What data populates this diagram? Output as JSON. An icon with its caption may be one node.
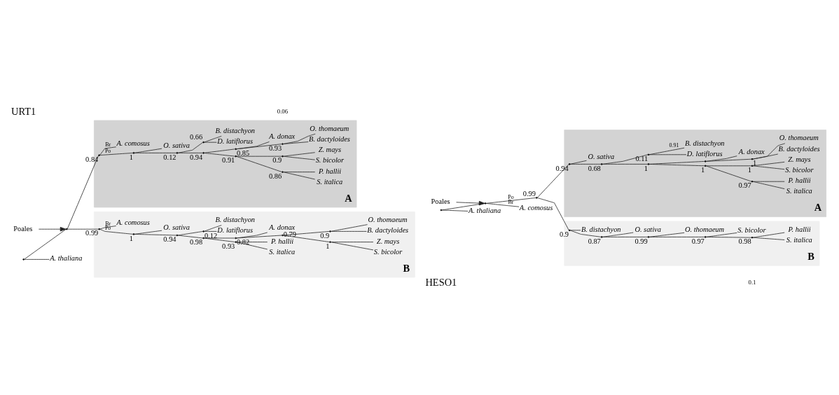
{
  "diagram": {
    "nodes": [
      {
        "text": [
          "Poales"
        ]
      },
      {
        "text": [],
        "shape": "point"
      },
      {
        "text": [],
        "shape": "point"
      },
      {
        "text": [
          "A"
        ]
      },
      {
        "text": [],
        "shape": "point",
        "beside": [
          "0.84"
        ],
        "in": 3
      },
      {
        "text": [],
        "shape": "point",
        "beside": [
          "1"
        ],
        "in": 3
      },
      {
        "text": [],
        "shape": "point",
        "beside": [
          "0.12"
        ],
        "in": 3
      },
      {
        "text": [],
        "shape": "point",
        "beside": [
          "0.94"
        ],
        "in": 3
      },
      {
        "text": [],
        "shape": "point",
        "beside": [
          "0.91"
        ],
        "in": 3
      },
      {
        "text": [],
        "shape": "point",
        "beside": [
          "0.86"
        ],
        "in": 3
      },
      {
        "text": [
          "S. italica"
        ],
        "in": 3
      },
      {
        "text": [
          "P. hallii"
        ],
        "in": 3
      },
      {
        "text": [],
        "shape": "point",
        "beside": [
          "0.9"
        ],
        "in": 3
      },
      {
        "text": [
          "S. bicolor"
        ],
        "in": 3
      },
      {
        "text": [
          "Z. mays"
        ],
        "in": 3
      },
      {
        "text": [],
        "shape": "point",
        "beside": [
          "0.85"
        ],
        "in": 3
      },
      {
        "text": [],
        "shape": "point",
        "beside": [
          "0.93"
        ],
        "in": 3
      },
      {
        "text": [
          "B. dactyloides"
        ],
        "in": 3
      },
      {
        "text": [
          "O. thomaeum"
        ],
        "in": 3
      },
      {
        "text": [
          "A. donax"
        ],
        "in": 3
      },
      {
        "text": [],
        "shape": "point",
        "beside": [
          "0.66"
        ],
        "in": 3
      },
      {
        "text": [
          "D. latiflorus"
        ],
        "in": 3
      },
      {
        "text": [
          "B. distachyon"
        ],
        "in": 3
      },
      {
        "text": [
          "O. sativa"
        ],
        "in": 3
      },
      {
        "text": [
          "A. comosus"
        ],
        "in": 3
      },
      {
        "text": [
          "B"
        ]
      },
      {
        "text": [],
        "shape": "point",
        "beside": [
          "0.99"
        ],
        "in": 25
      },
      {
        "text": [],
        "shape": "point",
        "beside": [
          "1"
        ],
        "in": 25
      },
      {
        "text": [],
        "shape": "point",
        "beside": [
          "0.94"
        ],
        "in": 25
      },
      {
        "text": [],
        "shape": "point",
        "beside": [
          "0.98"
        ],
        "in": 25
      },
      {
        "text": [],
        "shape": "point",
        "beside": [
          "0.93"
        ],
        "in": 25
      },
      {
        "text": [
          "S. italica"
        ],
        "in": 25
      },
      {
        "text": [
          "P. hallii"
        ],
        "in": 25
      },
      {
        "text": [],
        "shape": "point",
        "beside": [
          "0.82"
        ],
        "in": 25
      },
      {
        "text": [],
        "shape": "point",
        "beside": [
          "0.79"
        ],
        "in": 25
      },
      {
        "text": [],
        "shape": "point",
        "beside": [
          "1"
        ],
        "in": 25
      },
      {
        "text": [
          "S. bicolor"
        ],
        "in": 25
      },
      {
        "text": [
          "Z. mays"
        ],
        "in": 25
      },
      {
        "text": [],
        "shape": "point",
        "beside": [
          "0.9"
        ],
        "in": 25
      },
      {
        "text": [
          "B. dactyloides"
        ],
        "in": 25
      },
      {
        "text": [
          "O. thomaeum"
        ],
        "in": 25
      },
      {
        "text": [
          "A. donax"
        ],
        "in": 25
      },
      {
        "text": [],
        "shape": "point",
        "beside": [
          "0.12"
        ],
        "in": 25
      },
      {
        "text": [
          "D. latiflorus"
        ],
        "in": 25
      },
      {
        "text": [
          "B. distachyon"
        ],
        "in": 25
      },
      {
        "text": [
          "O. sativa"
        ],
        "in": 25
      },
      {
        "text": [
          "A. comosus"
        ],
        "in": 25
      },
      {
        "text": [
          "A. thaliana"
        ]
      },
      {
        "text": [
          "Poales"
        ]
      },
      {
        "text": [],
        "shape": "point"
      },
      {
        "text": [],
        "shape": "point"
      },
      {
        "text": [],
        "shape": "point",
        "beside": [
          "0.99"
        ]
      },
      {
        "text": [
          "A"
        ]
      },
      {
        "text": [],
        "shape": "point",
        "beside": [
          "0.94"
        ],
        "in": 52
      },
      {
        "text": [],
        "shape": "point",
        "beside": [
          "0.68"
        ],
        "in": 52
      },
      {
        "text": [],
        "shape": "point",
        "beside": [
          "1"
        ],
        "in": 52
      },
      {
        "text": [],
        "shape": "point",
        "beside": [
          "1"
        ],
        "in": 52
      },
      {
        "text": [],
        "shape": "point",
        "beside": [
          "0.97"
        ],
        "in": 52
      },
      {
        "text": [
          "S. italica"
        ],
        "in": 52
      },
      {
        "text": [
          "P. hallii"
        ],
        "in": 52
      },
      {
        "text": [],
        "shape": "point",
        "beside": [
          "1"
        ],
        "in": 52
      },
      {
        "text": [
          "S. bicolor"
        ],
        "in": 52
      },
      {
        "text": [
          "Z. mays"
        ],
        "in": 52
      },
      {
        "text": [],
        "shape": "point",
        "in": 52
      },
      {
        "text": [],
        "shape": "point",
        "beside": [
          "1"
        ],
        "in": 52
      },
      {
        "text": [
          "B. dactyloides"
        ],
        "in": 52
      },
      {
        "text": [
          "O. thomaeum"
        ],
        "in": 52
      },
      {
        "text": [
          "A. donax"
        ],
        "in": 52
      },
      {
        "text": [],
        "shape": "point",
        "beside": [
          "0.11"
        ],
        "in": 52
      },
      {
        "text": [
          "D. latiflorus"
        ],
        "in": 52
      },
      {
        "text": [
          "B. distachyon"
        ],
        "in": 52
      },
      {
        "text": [
          "O. sativa"
        ],
        "in": 52
      },
      {
        "text": [
          "B"
        ]
      },
      {
        "text": [],
        "shape": "point",
        "beside": [
          "0.9"
        ],
        "in": 72
      },
      {
        "text": [],
        "shape": "point",
        "beside": [
          "0.87"
        ],
        "in": 72
      },
      {
        "text": [],
        "shape": "point",
        "beside": [
          "0.99"
        ],
        "in": 72
      },
      {
        "text": [],
        "shape": "point",
        "beside": [
          "0.97"
        ],
        "in": 72
      },
      {
        "text": [],
        "shape": "point",
        "beside": [
          "0.98"
        ],
        "in": 72
      },
      {
        "text": [
          "S. italica"
        ],
        "in": 72
      },
      {
        "text": [
          "P. hallii"
        ],
        "in": 72
      },
      {
        "text": [
          "S. bicolor"
        ],
        "in": 72
      },
      {
        "text": [
          "O. thomaeum"
        ],
        "in": 72
      },
      {
        "text": [
          "O. sativa"
        ],
        "in": 72
      },
      {
        "text": [
          "B. distachyon"
        ],
        "in": 72
      },
      {
        "text": [
          "A. comosus"
        ]
      },
      {
        "text": [
          "A. thaliana"
        ]
      }
    ],
    "edges": [
      {
        "from": 0,
        "to": 2,
        "arrow": "to"
      },
      {
        "from": 1,
        "to": 2,
        "arrow": "none"
      },
      {
        "from": 1,
        "to": 47,
        "arrow": "none"
      },
      {
        "from": 2,
        "to": 4,
        "arrow": "none"
      },
      {
        "from": 2,
        "to": 26,
        "arrow": "none"
      },
      {
        "from": 4,
        "to": 5,
        "arrow": "none",
        "label": "Po"
      },
      {
        "from": 4,
        "to": 24,
        "arrow": "none",
        "label": "Br"
      },
      {
        "from": 5,
        "to": 6,
        "arrow": "none"
      },
      {
        "from": 5,
        "to": 23,
        "arrow": "none"
      },
      {
        "from": 6,
        "to": 7,
        "arrow": "none"
      },
      {
        "from": 6,
        "to": 20,
        "arrow": "none"
      },
      {
        "from": 7,
        "to": 8,
        "arrow": "none"
      },
      {
        "from": 7,
        "to": 15,
        "arrow": "none"
      },
      {
        "from": 8,
        "to": 9,
        "arrow": "none"
      },
      {
        "from": 8,
        "to": 12,
        "arrow": "none"
      },
      {
        "from": 9,
        "to": 10,
        "arrow": "none"
      },
      {
        "from": 9,
        "to": 11,
        "arrow": "none"
      },
      {
        "from": 12,
        "to": 13,
        "arrow": "none"
      },
      {
        "from": 12,
        "to": 14,
        "arrow": "none"
      },
      {
        "from": 15,
        "to": 16,
        "arrow": "none"
      },
      {
        "from": 15,
        "to": 19,
        "arrow": "none"
      },
      {
        "from": 16,
        "to": 17,
        "arrow": "none"
      },
      {
        "from": 16,
        "to": 18,
        "arrow": "none"
      },
      {
        "from": 20,
        "to": 21,
        "arrow": "none"
      },
      {
        "from": 20,
        "to": 22,
        "arrow": "none"
      },
      {
        "from": 26,
        "to": 27,
        "arrow": "none",
        "label": "Po"
      },
      {
        "from": 26,
        "to": 46,
        "arrow": "none",
        "label": "Br"
      },
      {
        "from": 27,
        "to": 28,
        "arrow": "none"
      },
      {
        "from": 27,
        "to": 45,
        "arrow": "none"
      },
      {
        "from": 28,
        "to": 29,
        "arrow": "none"
      },
      {
        "from": 28,
        "to": 42,
        "arrow": "none"
      },
      {
        "from": 29,
        "to": 30,
        "arrow": "none"
      },
      {
        "from": 29,
        "to": 33,
        "arrow": "none"
      },
      {
        "from": 30,
        "to": 31,
        "arrow": "none"
      },
      {
        "from": 30,
        "to": 32,
        "arrow": "none"
      },
      {
        "from": 33,
        "to": 34,
        "arrow": "none"
      },
      {
        "from": 33,
        "to": 41,
        "arrow": "none"
      },
      {
        "from": 34,
        "to": 35,
        "arrow": "none"
      },
      {
        "from": 34,
        "to": 38,
        "arrow": "none"
      },
      {
        "from": 35,
        "to": 36,
        "arrow": "none"
      },
      {
        "from": 35,
        "to": 37,
        "arrow": "none"
      },
      {
        "from": 38,
        "to": 39,
        "arrow": "none"
      },
      {
        "from": 38,
        "to": 40,
        "arrow": "none"
      },
      {
        "from": 42,
        "to": 43,
        "arrow": "none"
      },
      {
        "from": 42,
        "to": 44,
        "arrow": "none"
      },
      {
        "from": 48,
        "to": 50,
        "arrow": "to"
      },
      {
        "from": 49,
        "to": 50,
        "arrow": "none"
      },
      {
        "from": 49,
        "to": 85,
        "arrow": "none"
      },
      {
        "from": 50,
        "to": 51,
        "arrow": "none",
        "label": "Po"
      },
      {
        "from": 50,
        "to": 84,
        "arrow": "none",
        "label": "Br"
      },
      {
        "from": 51,
        "to": 53,
        "arrow": "none"
      },
      {
        "from": 51,
        "to": 73,
        "arrow": "none"
      },
      {
        "from": 53,
        "to": 54,
        "arrow": "none"
      },
      {
        "from": 53,
        "to": 71,
        "arrow": "none"
      },
      {
        "from": 54,
        "to": 55,
        "arrow": "none"
      },
      {
        "from": 54,
        "to": 68,
        "arrow": "none"
      },
      {
        "from": 55,
        "to": 56,
        "arrow": "none"
      },
      {
        "from": 55,
        "to": 63,
        "arrow": "none"
      },
      {
        "from": 56,
        "to": 57,
        "arrow": "none"
      },
      {
        "from": 56,
        "to": 60,
        "arrow": "none"
      },
      {
        "from": 57,
        "to": 58,
        "arrow": "none"
      },
      {
        "from": 57,
        "to": 59,
        "arrow": "none"
      },
      {
        "from": 60,
        "to": 61,
        "arrow": "none"
      },
      {
        "from": 60,
        "to": 62,
        "arrow": "none"
      },
      {
        "from": 63,
        "to": 64,
        "arrow": "none"
      },
      {
        "from": 63,
        "to": 67,
        "arrow": "none"
      },
      {
        "from": 64,
        "to": 65,
        "arrow": "none"
      },
      {
        "from": 64,
        "to": 66,
        "arrow": "none"
      },
      {
        "from": 68,
        "to": 69,
        "arrow": "none"
      },
      {
        "from": 68,
        "to": 70,
        "arrow": "none",
        "label": "0.91"
      },
      {
        "from": 73,
        "to": 74,
        "arrow": "none"
      },
      {
        "from": 73,
        "to": 83,
        "arrow": "none"
      },
      {
        "from": 74,
        "to": 75,
        "arrow": "none"
      },
      {
        "from": 74,
        "to": 82,
        "arrow": "none"
      },
      {
        "from": 75,
        "to": 76,
        "arrow": "none"
      },
      {
        "from": 75,
        "to": 81,
        "arrow": "none"
      },
      {
        "from": 76,
        "to": 77,
        "arrow": "none"
      },
      {
        "from": 76,
        "to": 80,
        "arrow": "none"
      },
      {
        "from": 77,
        "to": 78,
        "arrow": "none"
      },
      {
        "from": 77,
        "to": 79,
        "arrow": "none"
      }
    ],
    "labels": [
      "URT1",
      "0.06",
      "HESO1",
      "0.1"
    ]
  }
}
